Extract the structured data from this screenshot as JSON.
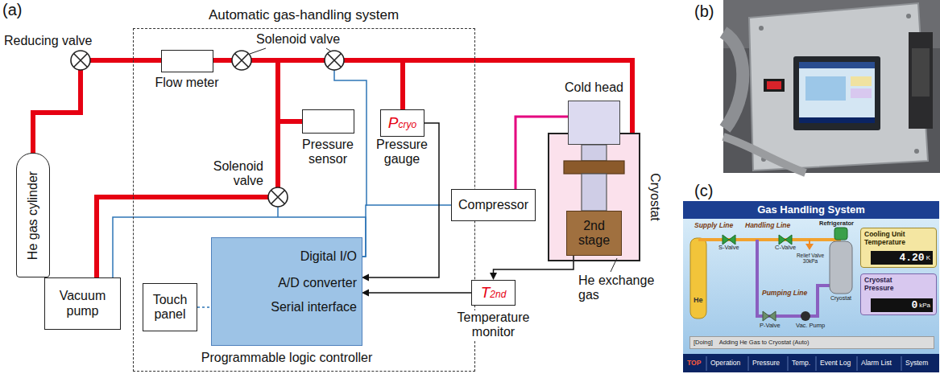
{
  "diagram": {
    "nodes": [
      {
        "text": [
          "Automatic gas-handling system"
        ]
      },
      {
        "text": [
          "Flow meter"
        ],
        "in": 0
      },
      {
        "text": [
          "Pressure sensor"
        ],
        "in": 0
      },
      {
        "text": [
          "Pcryo",
          "Pressure gauge"
        ],
        "in": 0
      },
      {
        "text": [
          "Touch panel"
        ],
        "in": 0
      },
      {
        "text": [
          "Programmable logic controller"
        ],
        "in": 0
      },
      {
        "text": [
          "Digital I/O"
        ],
        "in": 5
      },
      {
        "text": [
          "A/D converter"
        ],
        "in": 5
      },
      {
        "text": [
          "Serial interface"
        ],
        "in": 5
      },
      {
        "text": [
          "He gas cylinder"
        ]
      },
      {
        "text": [
          "Vacuum pump"
        ]
      },
      {
        "text": [
          "Compressor"
        ]
      },
      {
        "text": [
          "Cryostat"
        ]
      },
      {
        "text": [
          "Cold head"
        ],
        "in": 12
      },
      {
        "text": [
          "2nd stage"
        ],
        "in": 12
      },
      {
        "text": [
          "T2nd",
          "Temperature monitor"
        ]
      },
      {
        "text": [
          "Cooling Unit Temperature",
          "4.20",
          "K"
        ]
      },
      {
        "text": [
          "Cryostat Pressure",
          "0",
          "kPa"
        ]
      },
      {
        "text": [
          "[Doing]",
          "Adding He Gas to Cryostat (Auto)"
        ]
      }
    ],
    "edges": [
      {
        "from": 6,
        "to": 11,
        "arrow": "none"
      },
      {
        "from": 6,
        "to": 10,
        "arrow": "none"
      },
      {
        "from": 3,
        "to": 7,
        "arrow": "to"
      },
      {
        "from": 15,
        "to": 7,
        "arrow": "to"
      },
      {
        "from": 14,
        "to": 15,
        "arrow": "to"
      },
      {
        "from": 4,
        "to": 8,
        "arrow": "none"
      },
      {
        "from": 11,
        "to": 13,
        "arrow": "none"
      }
    ],
    "labels": [
      "(a)",
      "Reducing valve",
      "Solenoid valve",
      "Solenoid valve",
      "He exchange gas",
      "(b)",
      "(c)",
      "Gas Handling System",
      "Supply Line",
      "Handling Line",
      "S-Valve",
      "C-Valve",
      "Refrigerator",
      "Relief Valve 30kPa",
      "He",
      "Cryostat",
      "Pumping Line",
      "P-Valve",
      "Vac. Pump",
      "TOP",
      "Operation",
      "Pressure",
      "Temp.",
      "Event Log",
      "Alarm List",
      "System"
    ]
  }
}
